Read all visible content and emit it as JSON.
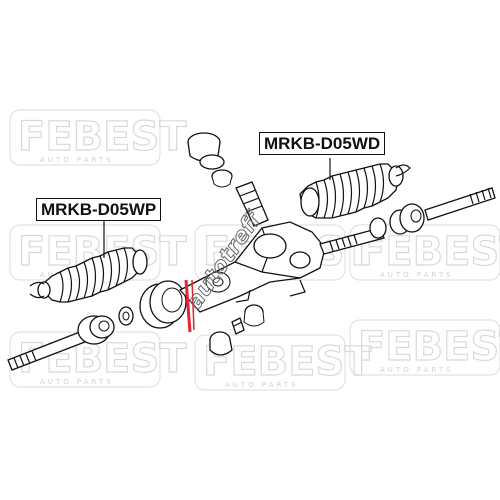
{
  "labels": {
    "left": "MRKB-D05WP",
    "right": "MRKB-D05WD"
  },
  "watermark": {
    "brand": "FEBEST",
    "tagline": "AUTO PARTS"
  },
  "stamp": {
    "text": "autotreff"
  },
  "colors": {
    "ink": "#111111",
    "watermark": "#d9d9d9",
    "accent": "#e8232f"
  }
}
